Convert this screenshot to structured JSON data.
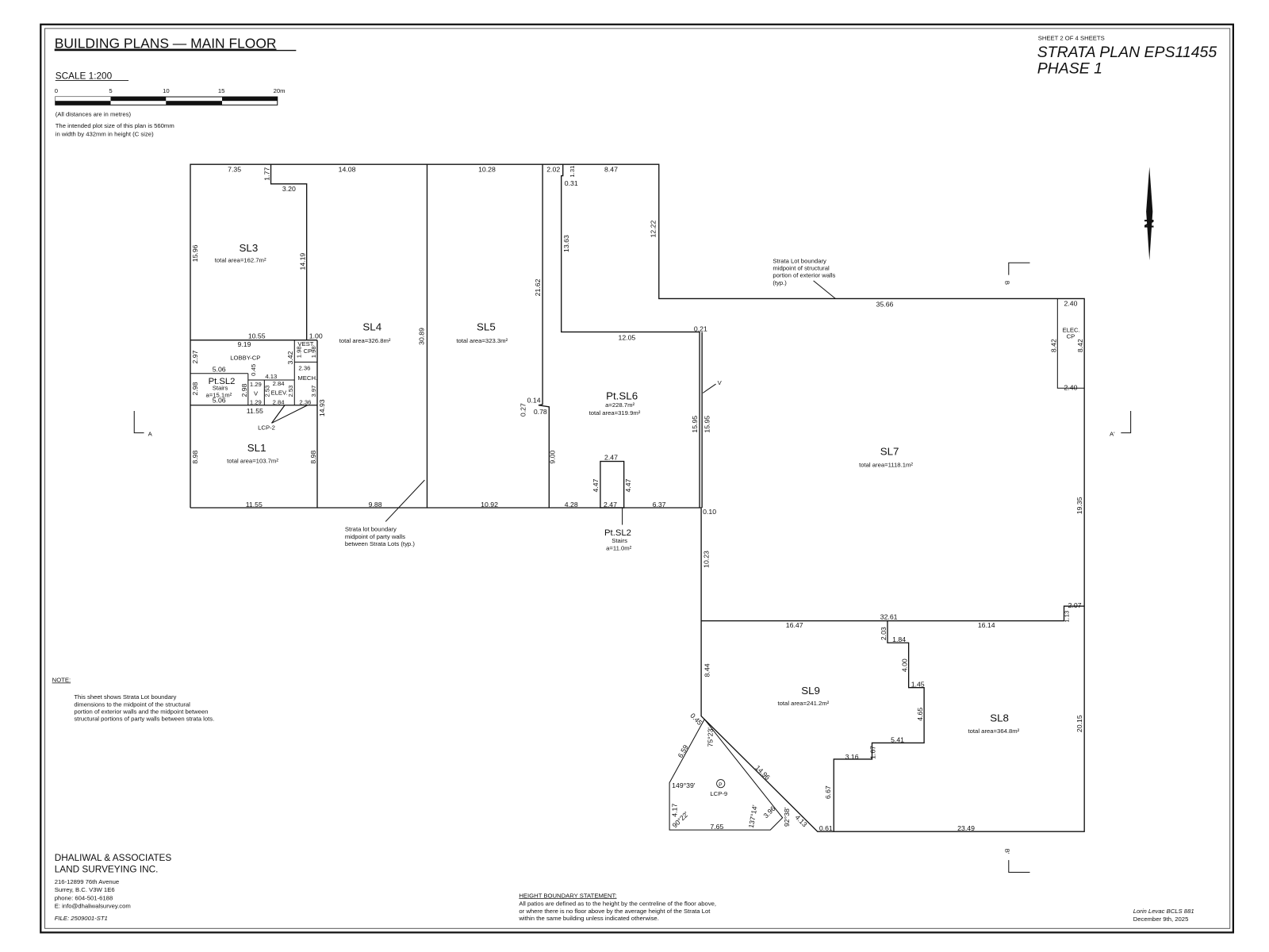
{
  "header": {
    "title": "BUILDING PLANS  —  MAIN FLOOR",
    "scale": "SCALE   1:200",
    "scale_ticks": [
      "0",
      "5",
      "10",
      "15",
      "20m"
    ],
    "note1": "(All distances are in metres)",
    "note2": "The intended plot size of this plan is 560mm",
    "note3": "in width by 432mm in height (C size)",
    "sheet": "SHEET 2 OF 4 SHEETS",
    "plan": "STRATA PLAN EPS11455",
    "phase": "PHASE 1"
  },
  "lots": {
    "sl3": {
      "name": "SL3",
      "area": "total area=162.7m²"
    },
    "sl4": {
      "name": "SL4",
      "area": "total area=326.8m²"
    },
    "sl5": {
      "name": "SL5",
      "area": "total area=323.3m²"
    },
    "sl6": {
      "name": "Pt.SL6",
      "a": "a=228.7m²",
      "area": "total area=319.9m²"
    },
    "sl1": {
      "name": "SL1",
      "area": "total area=103.7m²"
    },
    "sl7": {
      "name": "SL7",
      "area": "total area=1118.1m²"
    },
    "sl9": {
      "name": "SL9",
      "area": "total area=241.2m²"
    },
    "sl8": {
      "name": "SL8",
      "area": "total area=364.8m²"
    },
    "sl2a": {
      "name": "Pt.SL2",
      "stairs": "Stairs",
      "a": "a=15.1m²"
    },
    "sl2b": {
      "name": "Pt.SL2",
      "stairs": "Stairs",
      "a": "a=11.0m²"
    }
  },
  "rooms": {
    "lobby": "LOBBY-CP",
    "v": "V",
    "elev": "ELEV.",
    "mech": "MECH.",
    "vest1": "VEST.",
    "vest2": "CP",
    "elec1": "ELEC.",
    "elec2": "CP",
    "lcp2": "LCP-2",
    "lcp9": "LCP-9",
    "p": "P"
  },
  "dims": [
    "7.35",
    "1.77",
    "14.08",
    "3.20",
    "15.96",
    "14.19",
    "10.55",
    "1.00",
    "9.19",
    "2.97",
    "3.42",
    "1.98",
    "1.98",
    "2.36",
    "5.06",
    "0.45",
    "4.13",
    "2.84",
    "2.98",
    "2.98",
    "1.29",
    "2.53",
    "2.53",
    "3.97",
    "5.06",
    "1.29",
    "2.84",
    "2.36",
    "11.55",
    "14.93",
    "8.98",
    "8.98",
    "11.55",
    "9.88",
    "30.89",
    "10.28",
    "21.62",
    "2.02",
    "1.31",
    "0.31",
    "8.47",
    "13.63",
    "12.22",
    "12.05",
    "0.21",
    "0.14",
    "0.27",
    "0.78",
    "9.00",
    "10.92",
    "4.28",
    "2.47",
    "4.47",
    "4.47",
    "2.47",
    "6.37",
    "15.95",
    "15.95",
    "0.10",
    "10.23",
    "35.66",
    "2.40",
    "8.42",
    "8.42",
    "2.40",
    "19.35",
    "2.07",
    "1.13",
    "32.61",
    "16.47",
    "16.14",
    "2.03",
    "1.84",
    "4.00",
    "1.45",
    "4.65",
    "5.41",
    "1.67",
    "3.16",
    "6.67",
    "0.61",
    "23.49",
    "20.15",
    "8.44",
    "0.45",
    "75°23'",
    "6.59",
    "14.96",
    "149°39'",
    "4.17",
    "90°22'",
    "7.65",
    "137°14'",
    "3.96",
    "92°38'",
    "4.13"
  ],
  "annotations": {
    "ext1": "Strata Lot boundary",
    "ext2": "midpoint of structural",
    "ext3": "portion of exterior walls",
    "ext4": "(typ.)",
    "party1": "Strata lot boundary",
    "party2": "midpoint of party walls",
    "party3": "between Strata Lots (typ.)",
    "v": "V",
    "secA": "A",
    "secA2": "A'",
    "secB": "B",
    "secB2": "B'"
  },
  "note": {
    "heading": "NOTE:",
    "lines": [
      "This sheet shows Strata Lot boundary",
      "dimensions to the midpoint of the structural",
      "portion of exterior walls and the midpoint between",
      "structural portions of party walls between strata lots."
    ]
  },
  "firm": {
    "name1": "DHALIWAL & ASSOCIATES",
    "name2": "LAND SURVEYING INC.",
    "addr1": "216-12899 76th Avenue",
    "addr2": "Surrey, B.C.   V3W 1E6",
    "phone": "phone:  604-501-6188",
    "email": "E:  info@dhaliwalsurvey.com",
    "file": "FILE:  2509001-ST1"
  },
  "height_statement": {
    "heading": "HEIGHT BOUNDARY STATEMENT:",
    "lines": [
      "All patios are defined as to the height by the centreline of the floor above,",
      "or where there is no floor above by the average height of the Strata Lot",
      "within the same building unless indicated otherwise."
    ]
  },
  "signature": {
    "name": "Lorin Levac   BCLS 881",
    "date": "December 9th, 2025"
  },
  "north_arrow": {
    "label": "N"
  }
}
